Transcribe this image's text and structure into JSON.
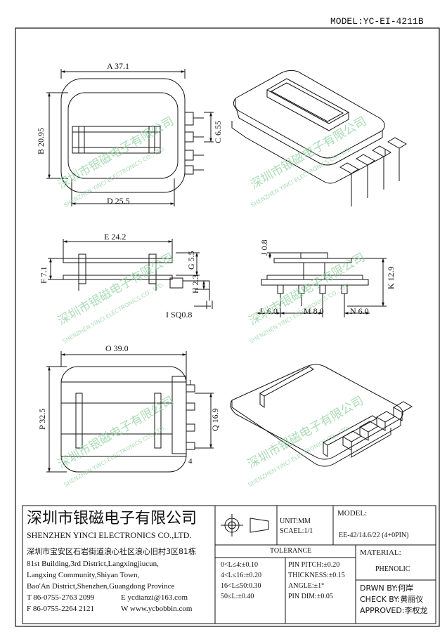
{
  "model_label": "MODEL:YC-EI-4211B",
  "dimensions": {
    "A": "A 37.1",
    "B": "B 20.95",
    "C": "C 6.55",
    "D": "D 25.5",
    "E": "E 24.2",
    "F": "F 7.1",
    "G": "G 5.5",
    "H": "H 2.3",
    "I": "I SQ0.8",
    "J": "J 0.8",
    "K": "K 12.9",
    "L": "L 6.0",
    "M": "M 8.0",
    "N": "N 6.0",
    "O": "O 39.0",
    "P": "P 32.5",
    "Q": "Q 16.9"
  },
  "pin_numbers": {
    "pin1": "1",
    "pin4": "4"
  },
  "watermark": {
    "cn": "深圳市银磁电子有限公司",
    "en": "SHENZHEN YINCI ELECTRONICS CO., LTD."
  },
  "title_block": {
    "company_cn": "深圳市银磁电子有限公司",
    "company_en": "SHENZHEN YINCI ELECTRONICS CO.,LTD.",
    "address_lines": [
      "深圳市宝安区石岩街道浪心社区浪心旧村3区81栋",
      "81st Building,3rd District,Langxingjiucun,",
      "Langxing Community,Shiyan Town,",
      "Bao'An District,Shenzhen,Guangdong Province"
    ],
    "tel": "T 86-0755-2763 2099",
    "email": "E ycdianzi@163.com",
    "fax": "F 86-0755-2264 2121",
    "web": "W www.ycbobbin.com",
    "unit": "UNIT:MM",
    "scale": "SCAEL:1/1",
    "tolerance_label": "TOLERANCE",
    "tolerances": [
      "0<L≤4:±0.10",
      "4<L≤16:±0.20",
      "16<L≤50:0.30",
      "50≤L:±0.40"
    ],
    "pin_tolerances": [
      "PIN PITCH:±0.20",
      "THICKNESS:±0.15",
      "ANGLE:±1°",
      "PIN DIM:±0.05"
    ],
    "model_label": "MODEL:",
    "model_value": "EE-42/14.6/22 (4+0PIN)",
    "material_label": "MATERIAL:",
    "material_value": "PHENOLIC",
    "drawn_by": "DRWN BY:何岸",
    "checked_by": "CHECK BY:黄丽仪",
    "approved_by": "APPROVED:李权龙"
  }
}
